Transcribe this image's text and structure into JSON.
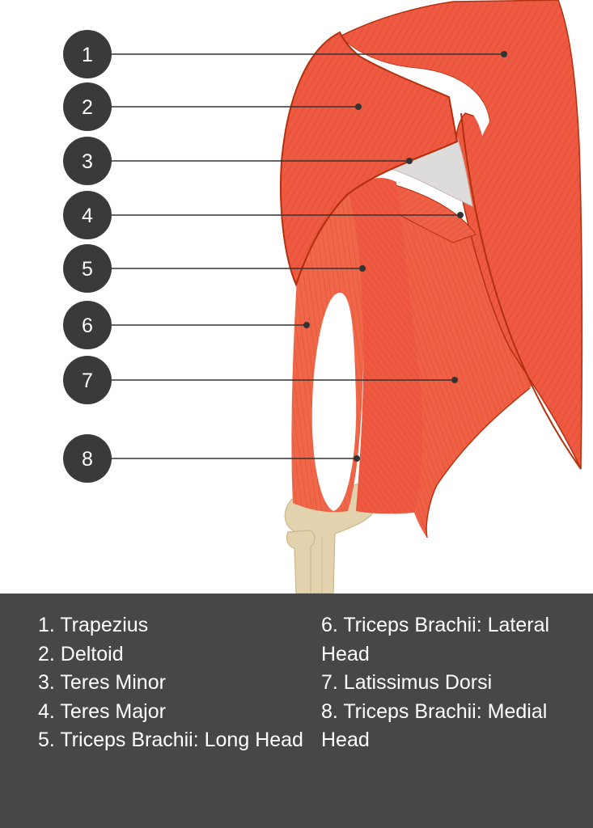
{
  "colors": {
    "muscle": "#ee5a41",
    "muscle_light": "#f47f62",
    "muscle_fiber": "#c9341f",
    "outline": "#b3300f",
    "tendon": "#dedcda",
    "bone": "#e2d2ad",
    "bone_shadow": "#cbb98d",
    "marker": "#3a3a3a",
    "leader_line": "#333333",
    "legend_bg": "#474747",
    "legend_text": "#ffffff"
  },
  "markers": [
    {
      "number": "1",
      "name": "Trapezius"
    },
    {
      "number": "2",
      "name": "Deltoid"
    },
    {
      "number": "3",
      "name": "Teres Minor"
    },
    {
      "number": "4",
      "name": "Teres Major"
    },
    {
      "number": "5",
      "name": "Triceps Brachii: Long Head"
    },
    {
      "number": "6",
      "name": "Triceps Brachii: Lateral Head"
    },
    {
      "number": "7",
      "name": "Latissimus Dorsi"
    },
    {
      "number": "8",
      "name": "Triceps Brachii: Medial Head"
    }
  ],
  "legend": {
    "left": [
      "1. Trapezius",
      "2. Deltoid",
      "3. Teres Minor",
      "4. Teres Major",
      "5. Triceps Brachii: Long Head"
    ],
    "right": [
      "6. Triceps Brachii: Lateral Head",
      "7. Latissimus Dorsi",
      "8. Triceps Brachii: Medial Head"
    ]
  }
}
